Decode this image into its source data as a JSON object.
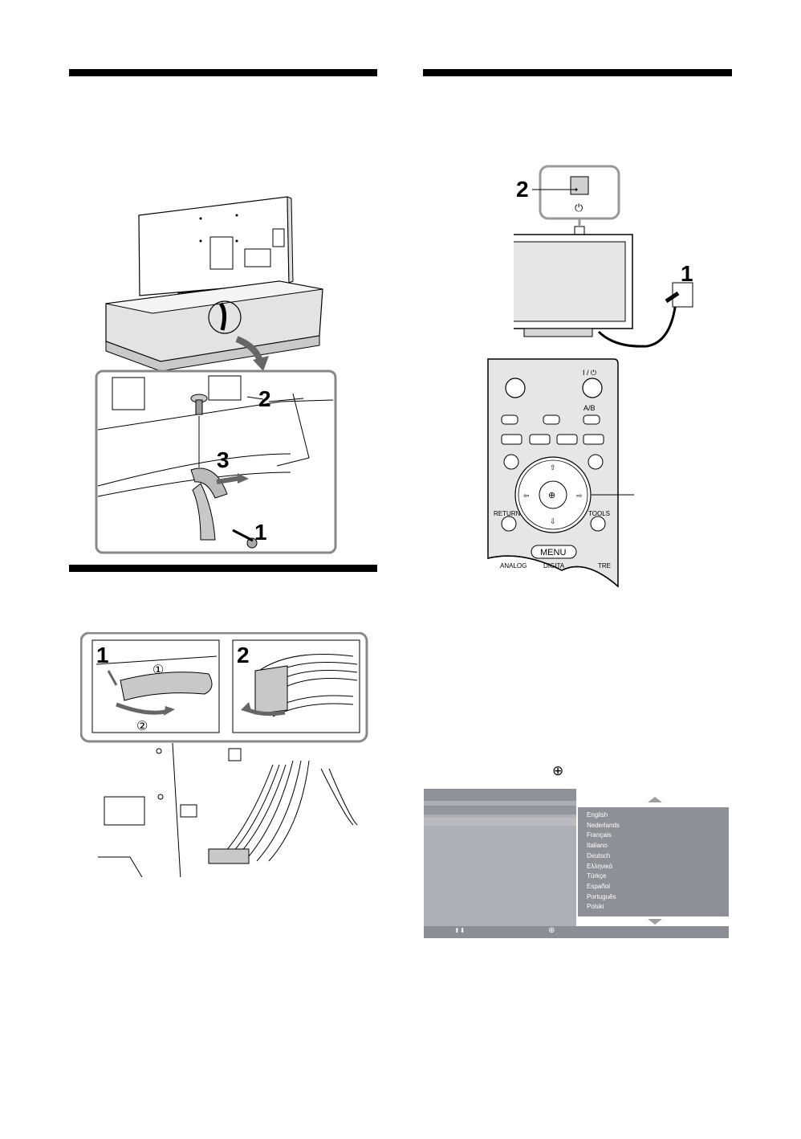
{
  "figures": {
    "stand_fix": {
      "steps": [
        "2",
        "3",
        "1"
      ]
    },
    "cable_bundle": {
      "steps": [
        "1",
        "2"
      ],
      "circled": [
        "①",
        "②"
      ]
    },
    "power_on": {
      "steps": [
        "2",
        "1"
      ],
      "power_symbol": "⏻"
    },
    "remote": {
      "labels": {
        "power": "I / ⏻",
        "ab": "A/B",
        "return": "RETURN",
        "tools": "TOOLS",
        "menu": "MENU",
        "analog": "ANALOG",
        "digital": "DIGITA",
        "centre": "TRE"
      }
    }
  },
  "enter_symbol": "⊕",
  "language_menu": {
    "languages": [
      "English",
      "Nederlands",
      "Français",
      "Italiano",
      "Deutsch",
      "Ελληνικά",
      "Türkçe",
      "Español",
      "Português",
      "Polski"
    ],
    "nav_hint": "⬆⬇",
    "select_hint": "⊕"
  }
}
